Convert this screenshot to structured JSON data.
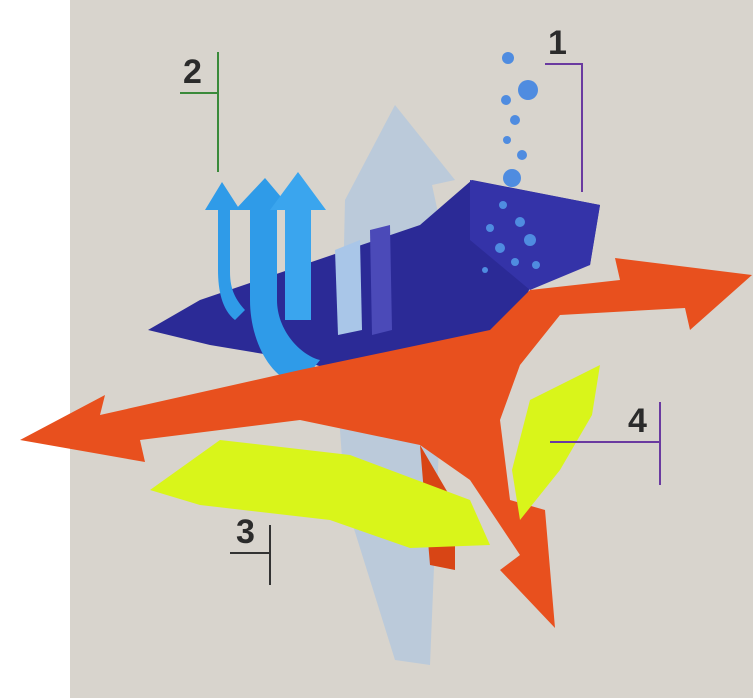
{
  "callouts": {
    "one": "1",
    "two": "2",
    "three": "3",
    "four": "4"
  },
  "colors": {
    "background": "#d8d4cd",
    "membrane_top": "#2b2a96",
    "outer_flow": "#e8501e",
    "inner_layer": "#d9f51a",
    "vapor_arrows": "#2f9be8",
    "air_flow": "#b9c9da",
    "droplets": "#4f8ce0"
  },
  "icons": [
    "water-droplet-icon",
    "vapor-arrow-icon",
    "airflow-arrow-icon",
    "orange-arrow-icon"
  ]
}
